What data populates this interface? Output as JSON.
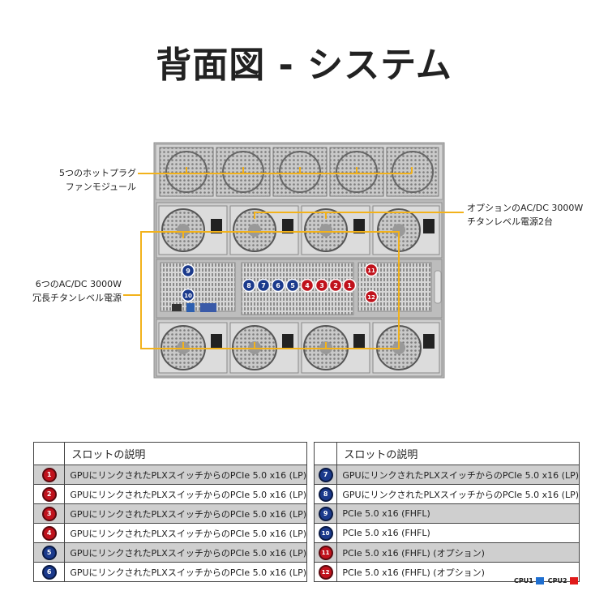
{
  "title": "背面図 - システム",
  "callouts": {
    "fans_line1": "5つのホットプラグ",
    "fans_line2": "ファンモジュール",
    "optional_psu_line1": "オプションのAC/DC 3000W",
    "optional_psu_line2": "チタンレベル電源2台",
    "psu_line1": "6つのAC/DC 3000W",
    "psu_line2": "冗長チタンレベル電源"
  },
  "slot_badges": [
    "9",
    "10",
    "8",
    "7",
    "6",
    "5",
    "4",
    "3",
    "2",
    "1",
    "11",
    "12"
  ],
  "table_left": {
    "header": "スロットの説明",
    "rows": [
      {
        "num": "1",
        "cpu": "cpu2",
        "desc": "GPUにリンクされたPLXスイッチからのPCIe 5.0 x16 (LP)"
      },
      {
        "num": "2",
        "cpu": "cpu2",
        "desc": "GPUにリンクされたPLXスイッチからのPCIe 5.0 x16 (LP)"
      },
      {
        "num": "3",
        "cpu": "cpu2",
        "desc": "GPUにリンクされたPLXスイッチからのPCIe 5.0 x16 (LP)"
      },
      {
        "num": "4",
        "cpu": "cpu2",
        "desc": "GPUにリンクされたPLXスイッチからのPCIe 5.0 x16 (LP)"
      },
      {
        "num": "5",
        "cpu": "cpu1",
        "desc": "GPUにリンクされたPLXスイッチからのPCIe 5.0 x16 (LP)"
      },
      {
        "num": "6",
        "cpu": "cpu1",
        "desc": "GPUにリンクされたPLXスイッチからのPCIe 5.0 x16 (LP)"
      }
    ]
  },
  "table_right": {
    "header": "スロットの説明",
    "rows": [
      {
        "num": "7",
        "cpu": "cpu1",
        "desc": "GPUにリンクされたPLXスイッチからのPCIe 5.0 x16 (LP)"
      },
      {
        "num": "8",
        "cpu": "cpu1",
        "desc": "GPUにリンクされたPLXスイッチからのPCIe 5.0 x16 (LP)"
      },
      {
        "num": "9",
        "cpu": "cpu1",
        "desc": "PCIe 5.0 x16 (FHFL)"
      },
      {
        "num": "10",
        "cpu": "cpu1",
        "desc": "PCIe 5.0 x16 (FHFL)"
      },
      {
        "num": "11",
        "cpu": "cpu2",
        "desc": "PCIe 5.0 x16 (FHFL) (オプション)"
      },
      {
        "num": "12",
        "cpu": "cpu2",
        "desc": "PCIe 5.0 x16 (FHFL) (オプション)"
      }
    ]
  },
  "legend": {
    "cpu1_label": "CPU1",
    "cpu2_label": "CPU2",
    "cpu1_color": "#1f6fd0",
    "cpu2_color": "#e01a1a"
  },
  "colors": {
    "callout_line": "#f2b21b",
    "badge_red": "#c0121c",
    "badge_blue": "#1b3a8c",
    "row_shade": "#cfcfcf"
  }
}
